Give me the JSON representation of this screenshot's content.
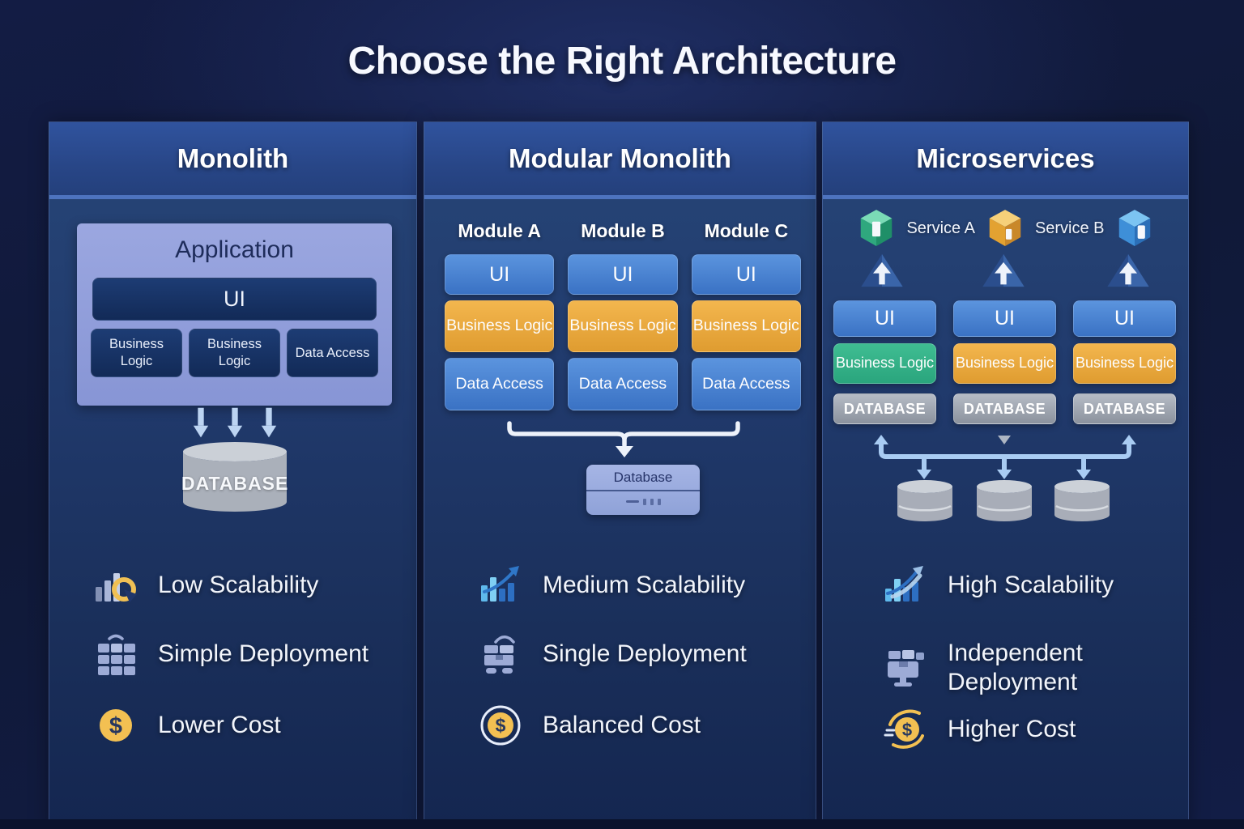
{
  "title": "Choose the Right Architecture",
  "colors": {
    "background_navy": "#101A3E",
    "panel_blue": "#22417E",
    "header_blue": "#2C4E93",
    "box_blue": "#4A7FD0",
    "box_orange": "#E9A93C",
    "box_green": "#35B389",
    "box_dark_navy": "#16305F",
    "database_gray": "#9BA1AC",
    "application_periwinkle": "#8D9AD9",
    "arrow_light_blue": "#BCD4F2",
    "connector_blue": "#A9CCF3",
    "coin_yellow": "#F2C14E",
    "text_light": "#F2F5FB",
    "text_navy": "#1E2C5A"
  },
  "monolith": {
    "header": "Monolith",
    "application_title": "Application",
    "ui_label": "UI",
    "blocks": [
      "Business Logic",
      "Business Logic",
      "Data Access"
    ],
    "database_label": "DATABASE",
    "features": [
      {
        "icon": "low-scalability-icon",
        "label": "Low Scalability"
      },
      {
        "icon": "simple-deployment-icon",
        "label": "Simple Deployment"
      },
      {
        "icon": "lower-cost-icon",
        "label": "Lower Cost"
      }
    ]
  },
  "modular": {
    "header": "Modular Monolith",
    "modules": [
      {
        "name": "Module A",
        "ui": "UI",
        "business": "Business Logic",
        "data": "Data Access"
      },
      {
        "name": "Module B",
        "ui": "UI",
        "business": "Business Logic",
        "data": "Data Access"
      },
      {
        "name": "Module C",
        "ui": "UI",
        "business": "Business Logic",
        "data": "Data Access"
      }
    ],
    "database_label": "Database",
    "features": [
      {
        "icon": "medium-scalability-icon",
        "label": "Medium Scalability"
      },
      {
        "icon": "single-deployment-icon",
        "label": "Single Deployment"
      },
      {
        "icon": "balanced-cost-icon",
        "label": "Balanced Cost"
      }
    ]
  },
  "micro": {
    "header": "Microservices",
    "service_labels": [
      "Service A",
      "Service B"
    ],
    "stacks": [
      {
        "ui": "UI",
        "business": "Business Logic",
        "database": "DATABASE"
      },
      {
        "ui": "UI",
        "business": "Business Logic",
        "database": "DATABASE"
      },
      {
        "ui": "UI",
        "business": "Business Logic",
        "database": "DATABASE"
      }
    ],
    "features": [
      {
        "icon": "high-scalability-icon",
        "label": "High Scalability"
      },
      {
        "icon": "independent-deployment-icon",
        "label": "Independent Deployment"
      },
      {
        "icon": "higher-cost-icon",
        "label": "Higher Cost"
      }
    ]
  }
}
